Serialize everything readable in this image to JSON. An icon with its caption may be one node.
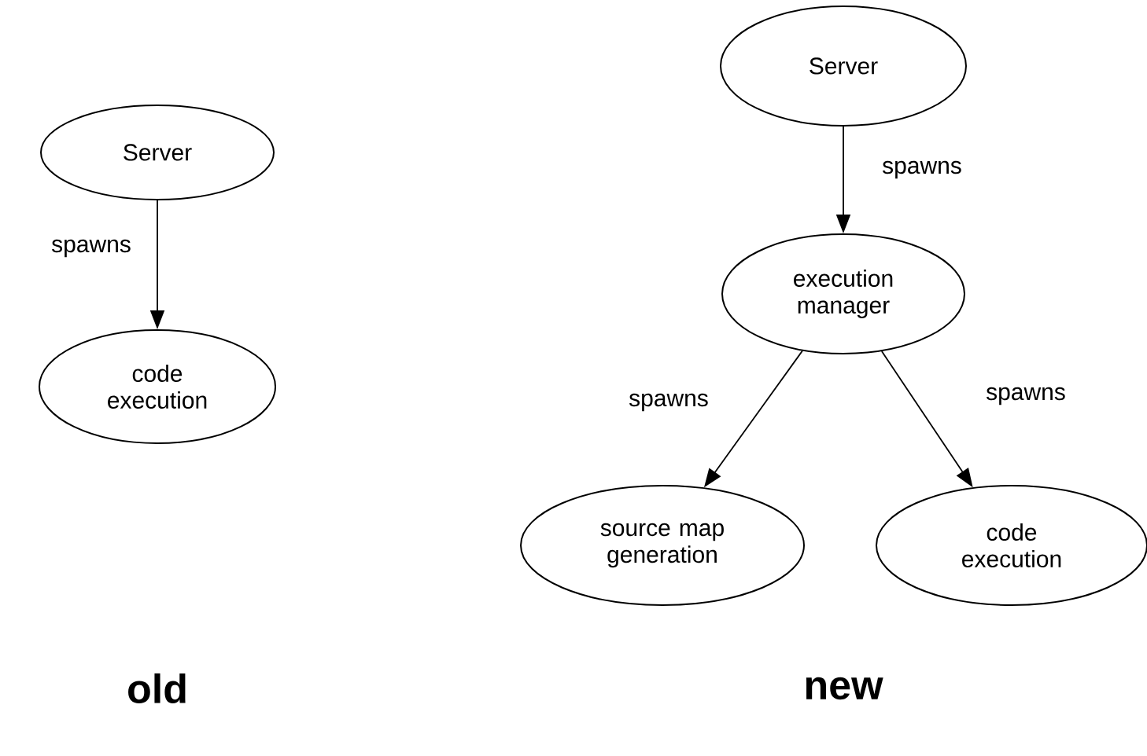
{
  "diagram": {
    "nodes": [
      {
        "text": [
          "Server"
        ]
      },
      {
        "text": [
          "code execution"
        ]
      },
      {
        "text": [
          "Server"
        ]
      },
      {
        "text": [
          "execution manager"
        ]
      },
      {
        "text": [
          "source map generation"
        ]
      },
      {
        "text": [
          "code execution"
        ]
      }
    ],
    "edges": [
      {
        "from": 0,
        "to": 1,
        "arrow": "to",
        "label": "spawns"
      },
      {
        "from": 2,
        "to": 3,
        "arrow": "to",
        "label": "spawns"
      },
      {
        "from": 3,
        "to": 4,
        "arrow": "to",
        "label": "spawns"
      },
      {
        "from": 3,
        "to": 5,
        "arrow": "to",
        "label": "spawns"
      }
    ],
    "labels": [
      "old",
      "new"
    ]
  }
}
